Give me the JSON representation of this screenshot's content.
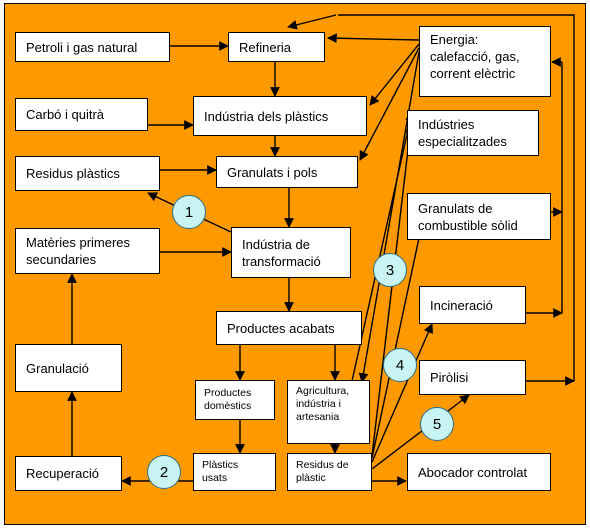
{
  "colors": {
    "background": "#ff9900",
    "box_fill": "#ffffff",
    "badge_fill": "#c8f4f4",
    "line": "#000000"
  },
  "nodes": {
    "petroli": "Petroli i gas natural",
    "carbo": "Carbó i quitrà",
    "residus_plastics": "Residus plàstics",
    "materies": "Matèries primeres\nsecundaries",
    "granulacio": "Granulació",
    "recuperacio": "Recuperació",
    "refineria": "Refineria",
    "industria_plastics": "Indústria dels plàstics",
    "granulats_pols": "Granulats i pols",
    "transformacio": "Indústria de\ntransformació",
    "productes_acabats": "Productes acabats",
    "productes_domestics": "Productes\ndomèstics",
    "agricultura": "Agricultura,\nindústria i\nartesania",
    "plastics_usats": "Plàstics\nusats",
    "residus_plastic": "Residus de\nplàstic",
    "energia": "Energia:\ncalefacció, gas,\ncorrent elèctric",
    "especialitzades": "Indústries\nespecialitzades",
    "combustible": "Granulats de\ncombustible sòlid",
    "incineracio": "Incineració",
    "pirolisi": "Piròlisi",
    "abocador": "Abocador controlat"
  },
  "badges": [
    "1",
    "2",
    "3",
    "4",
    "5"
  ]
}
